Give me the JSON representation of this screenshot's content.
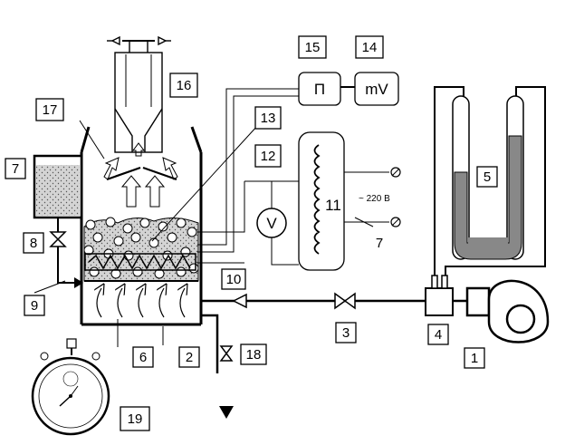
{
  "labels": {
    "n1": "1",
    "n2": "2",
    "n3": "3",
    "n4": "4",
    "n5": "5",
    "n6": "6",
    "n7a": "7",
    "n7b": "7",
    "n8": "8",
    "n9": "9",
    "n10": "10",
    "n11": "11",
    "n12": "12",
    "n13": "13",
    "n14": "14",
    "n15": "15",
    "n16": "16",
    "n17": "17",
    "n18": "18",
    "n19": "19"
  },
  "devices": {
    "transformer_symbol": "П",
    "millivoltmeter": "mV",
    "voltmeter": "V"
  },
  "supply": {
    "voltage": "~ 220 В"
  },
  "colors": {
    "line": "#000000",
    "bed_fill": "#c8c8c8",
    "liquid_fill": "#888888",
    "water_fill": "#d0d0d0"
  }
}
